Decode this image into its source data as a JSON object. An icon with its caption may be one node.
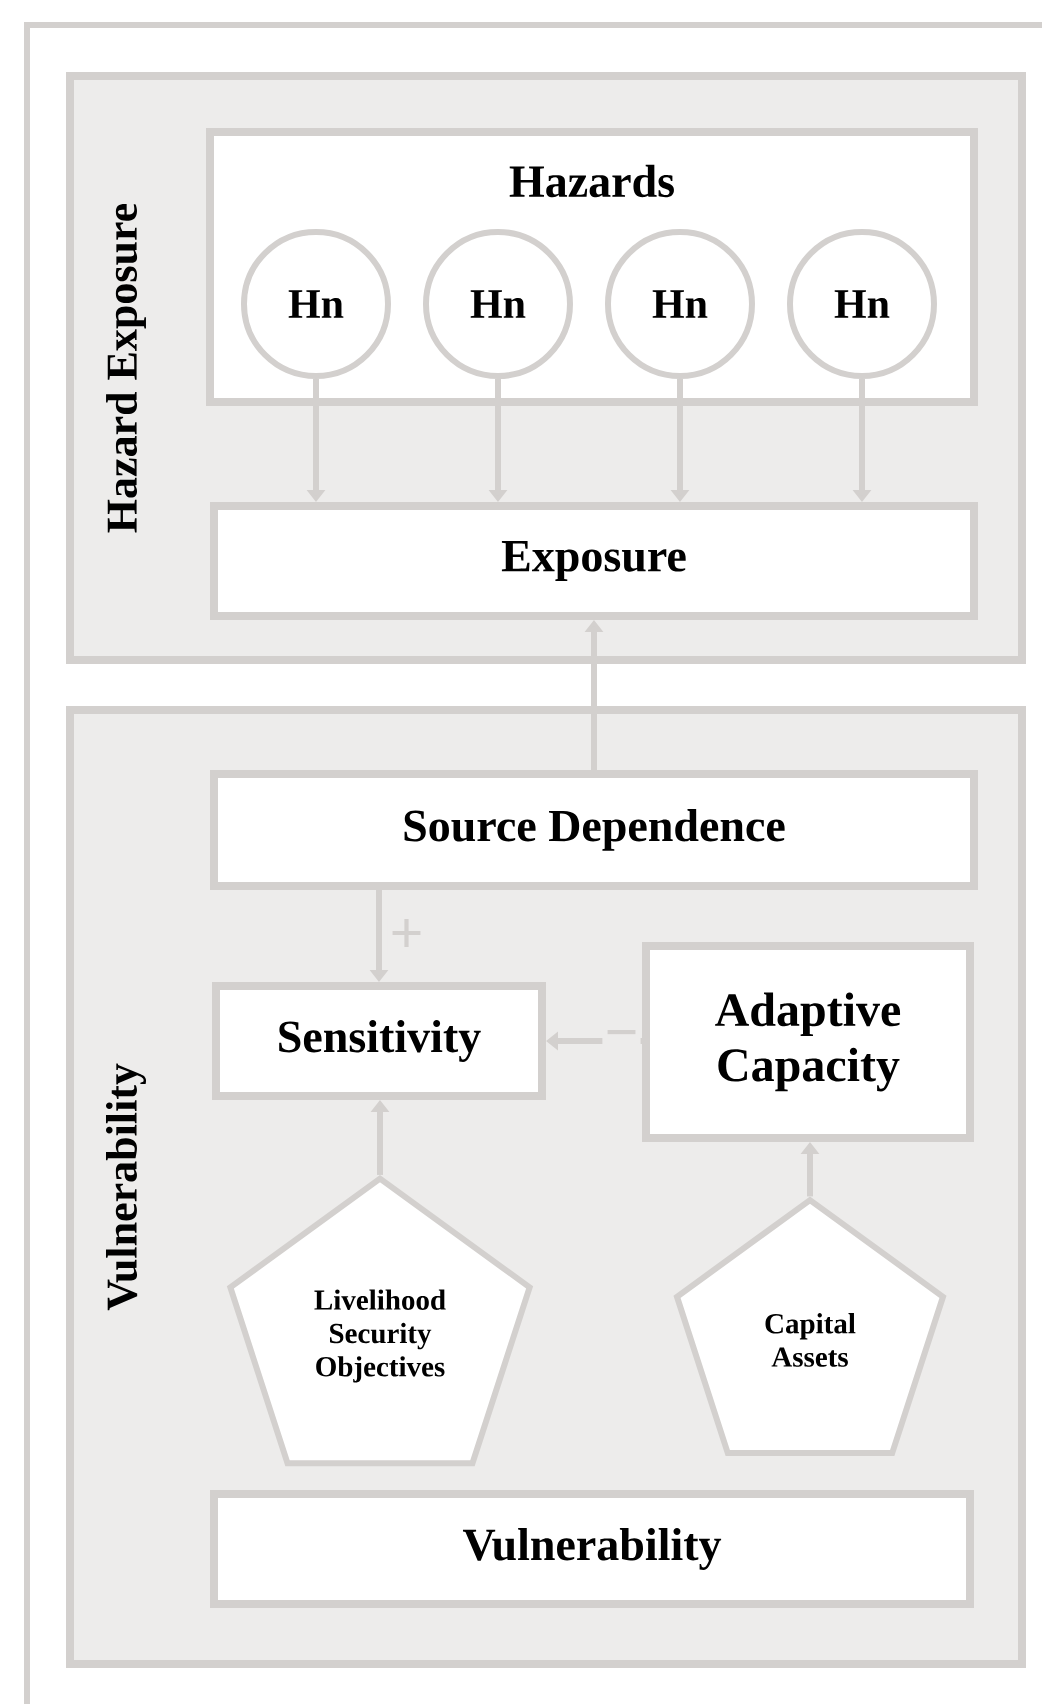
{
  "diagram": {
    "nodes": [
      {
        "text": [
          "Hazard Exposure"
        ]
      },
      {
        "text": [
          "Hazards"
        ],
        "in": 0
      },
      {
        "text": [
          "Hn"
        ],
        "in": 1
      },
      {
        "text": [
          "Hn"
        ],
        "in": 1
      },
      {
        "text": [
          "Hn"
        ],
        "in": 1
      },
      {
        "text": [
          "Hn"
        ],
        "in": 1
      },
      {
        "text": [
          "Exposure"
        ],
        "in": 0
      },
      {
        "text": [
          "Vulnerability"
        ]
      },
      {
        "text": [
          "Source Dependence"
        ],
        "in": 7
      },
      {
        "text": [
          "Sensitivity"
        ],
        "in": 7
      },
      {
        "text": [
          "Adaptive Capacity"
        ],
        "in": 7
      },
      {
        "text": [
          "Livelihood Security Objectives"
        ],
        "in": 7
      },
      {
        "text": [
          "Capital Assets"
        ],
        "in": 7
      },
      {
        "text": [
          "Vulnerability"
        ],
        "in": 7
      }
    ],
    "edges": [
      {
        "from": 2,
        "to": 6,
        "arrow": "to"
      },
      {
        "from": 3,
        "to": 6,
        "arrow": "to"
      },
      {
        "from": 4,
        "to": 6,
        "arrow": "to"
      },
      {
        "from": 5,
        "to": 6,
        "arrow": "to"
      },
      {
        "from": 8,
        "to": 6,
        "arrow": "to"
      },
      {
        "from": 8,
        "to": 9,
        "arrow": "to",
        "label": "+"
      },
      {
        "from": 10,
        "to": 9,
        "arrow": "to",
        "label": "−"
      },
      {
        "from": 11,
        "to": 9,
        "arrow": "to"
      },
      {
        "from": 12,
        "to": 10,
        "arrow": "to"
      }
    ]
  }
}
